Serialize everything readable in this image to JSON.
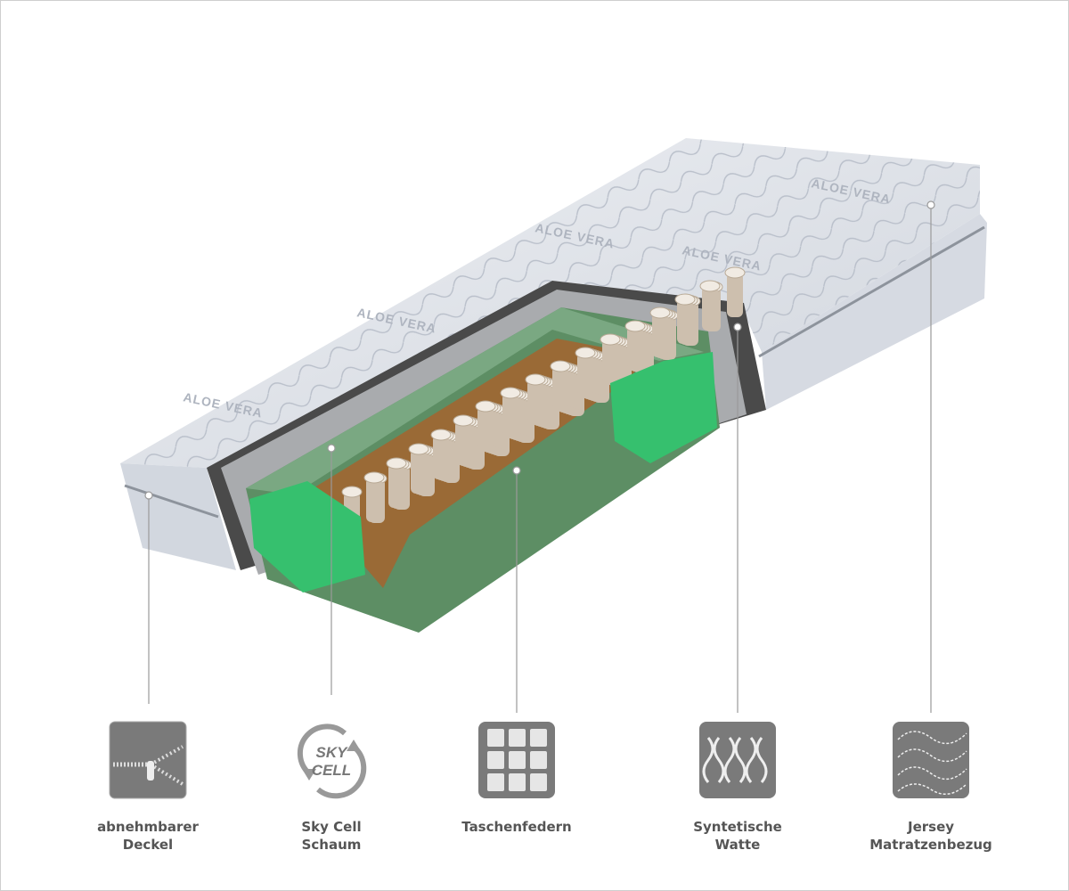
{
  "features": [
    {
      "icon": "zipper-icon",
      "line1": "abnehmbarer",
      "line2": "Deckel"
    },
    {
      "icon": "sky-cell-icon",
      "line1": "Sky Cell",
      "line2": "Schaum",
      "logo_text": "SKY CELL"
    },
    {
      "icon": "pocket-springs-icon",
      "line1": "Taschenfedern",
      "line2": ""
    },
    {
      "icon": "synthetic-wadding-icon",
      "line1": "Syntetische",
      "line2": "Watte"
    },
    {
      "icon": "jersey-cover-icon",
      "line1": "Jersey",
      "line2": "Matratzenbezug"
    }
  ],
  "cover_print": "ALOE VERA",
  "colors": {
    "icon_bg": "#7a7a7a",
    "label": "#555555",
    "foam": "#3fbf6f",
    "base": "#5a8a60",
    "cover": "#dfe3ea"
  }
}
